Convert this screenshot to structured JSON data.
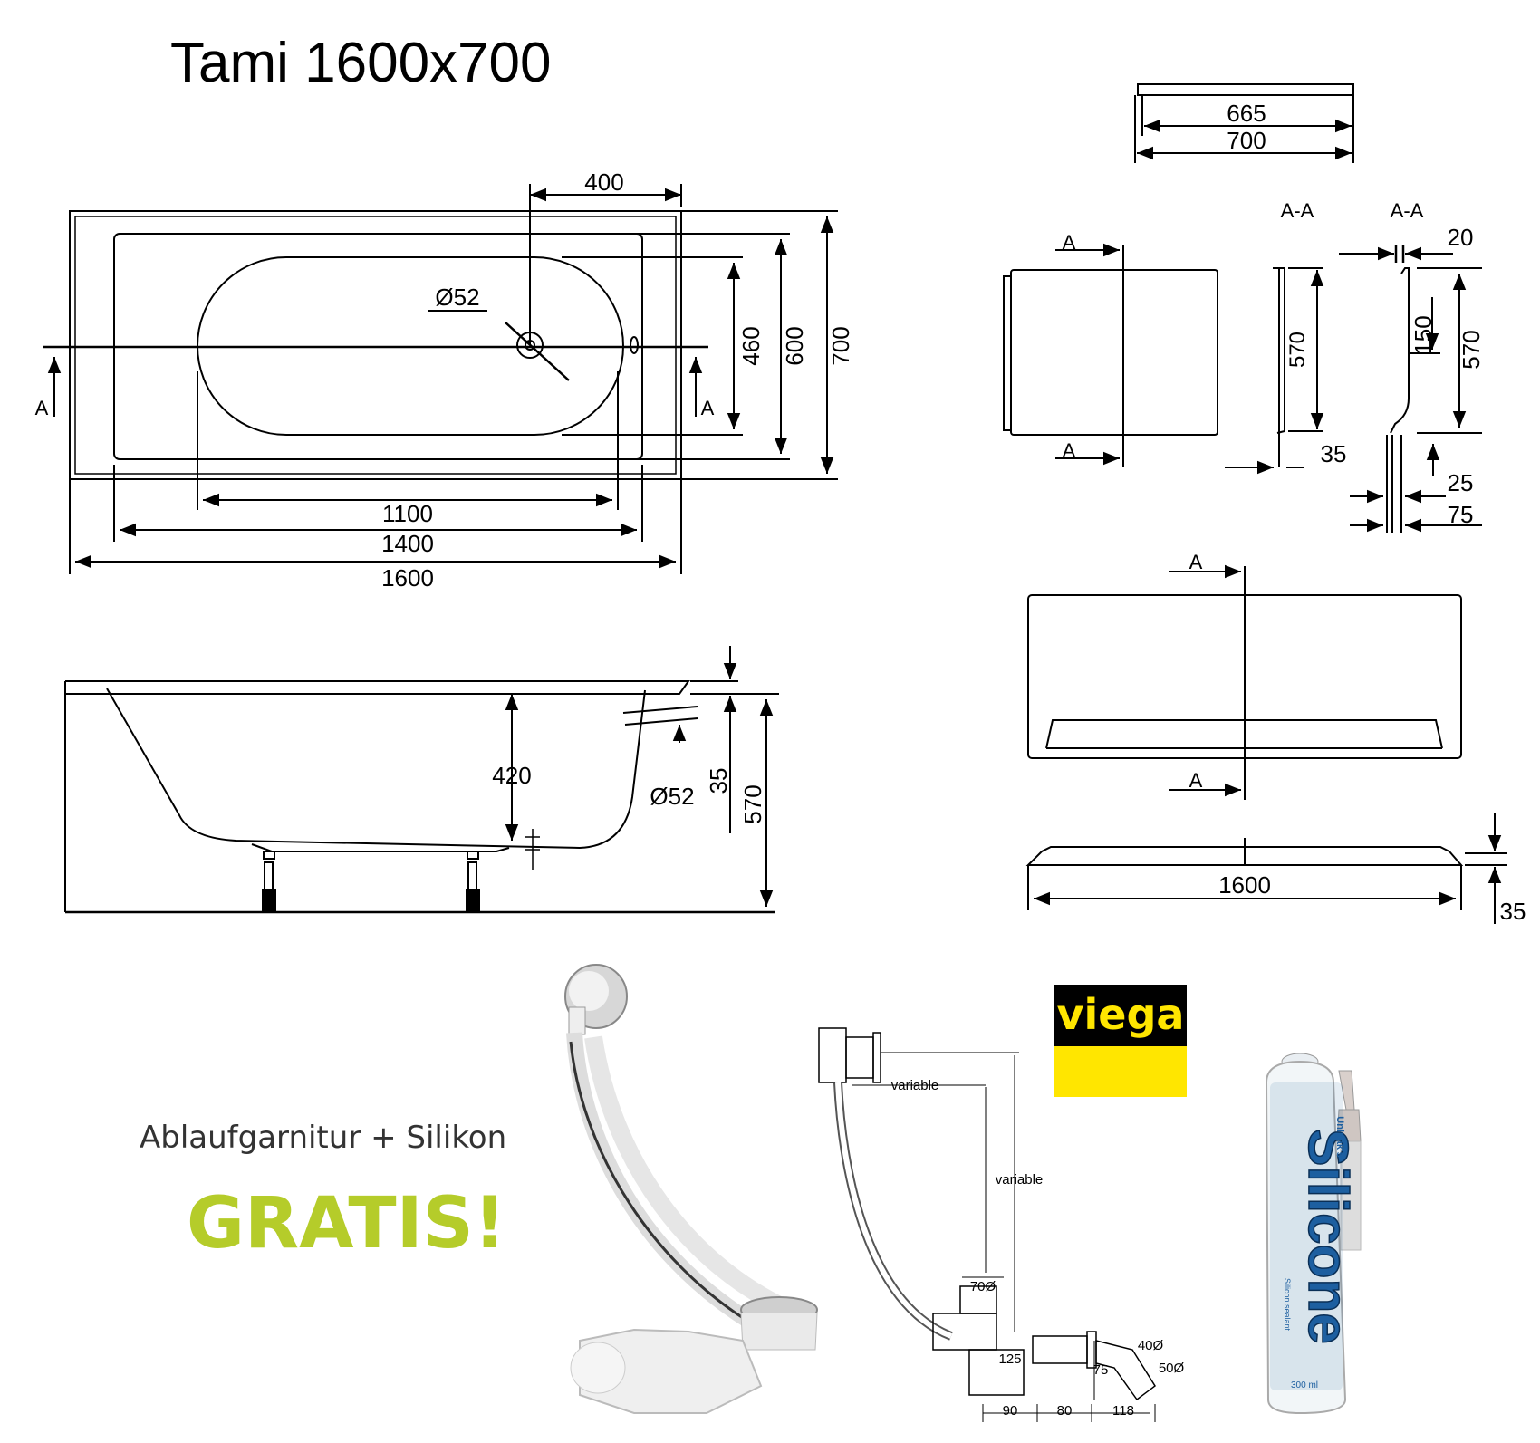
{
  "title": "Tami 1600x700",
  "top_view": {
    "dims": [
      "400",
      "Ø52",
      "460",
      "600",
      "700",
      "1100",
      "1400",
      "1600"
    ],
    "section_mark": "A"
  },
  "side_view": {
    "dims": [
      "420",
      "Ø52",
      "35",
      "570"
    ]
  },
  "panel_top": {
    "dims": [
      "665",
      "700"
    ]
  },
  "panel_side": {
    "section_mark": "A",
    "section_label": "A-A",
    "dims": [
      "570",
      "35",
      "20",
      "150",
      "570",
      "25",
      "75"
    ]
  },
  "panel_front": {
    "section_mark": "A",
    "dims": [
      "1600",
      "35"
    ]
  },
  "drain_drawing": {
    "labels": [
      "variable",
      "variable",
      "70Ø",
      "125",
      "75",
      "40Ø",
      "50Ø",
      "90",
      "80",
      "118"
    ]
  },
  "promo": {
    "line1": "Ablaufgarnitur + Silikon",
    "line2": "GRATIS!"
  },
  "brand": {
    "logo_text": "viega",
    "logo_color": "#ffe600",
    "logo_bg": "#000000"
  },
  "cartridge": {
    "brand": "Unipak's",
    "product": "Silicone",
    "subtitle": "Silicon sealant",
    "volume": "300 ml"
  },
  "colors": {
    "gratis": "#b5cc2a",
    "line": "#000000"
  }
}
